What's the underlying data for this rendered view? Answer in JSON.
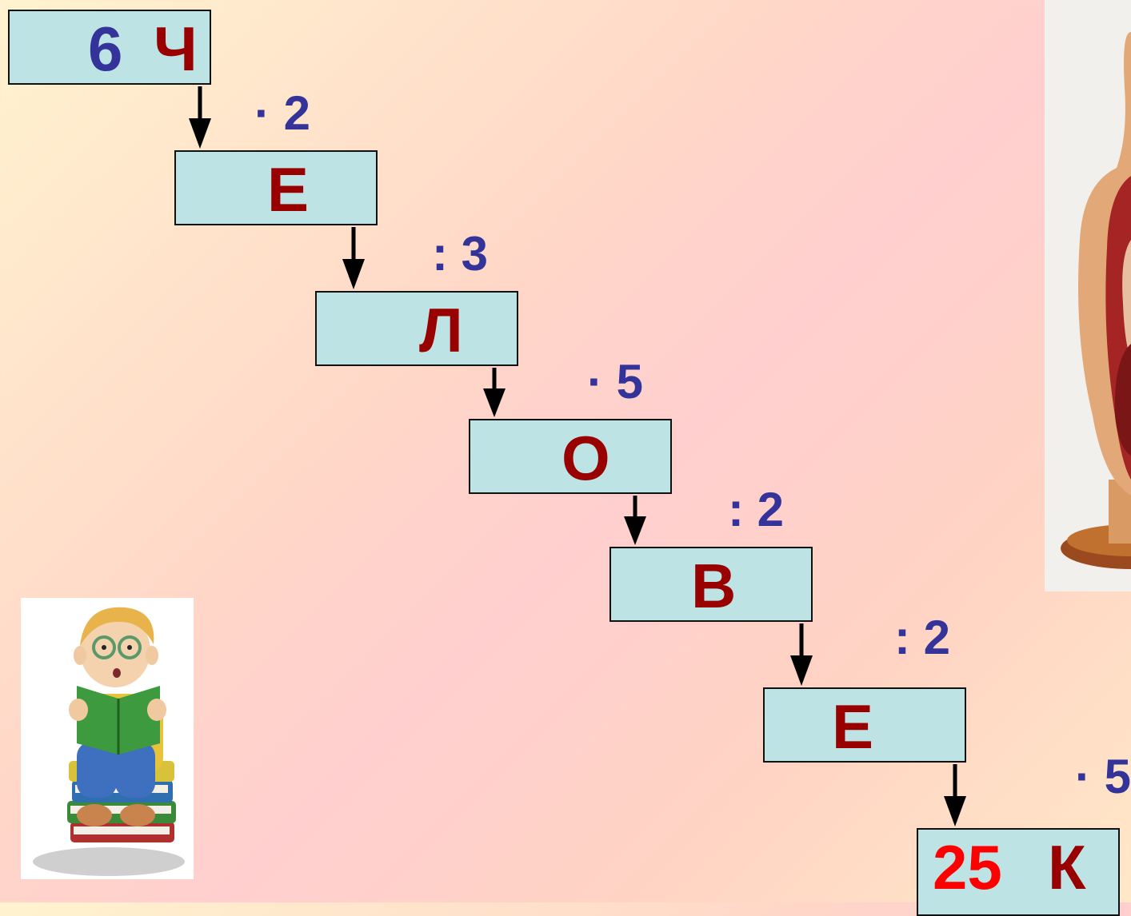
{
  "chain": {
    "start": {
      "number": "6",
      "letter": "Ч"
    },
    "steps": [
      {
        "op": "· 2",
        "letter": "Е"
      },
      {
        "op": ": 3",
        "letter": "Л"
      },
      {
        "op": "· 5",
        "letter": "О"
      },
      {
        "op": ": 2",
        "letter": "В"
      },
      {
        "op": ": 2",
        "letter": "Е"
      },
      {
        "op": "· 5",
        "letter": "К",
        "number": "25"
      }
    ]
  },
  "colors": {
    "box_fill": "#bde3e5",
    "letter": "#990000",
    "start_number": "#333399",
    "final_number": "#ff0000",
    "operation": "#333399"
  },
  "images": {
    "left": "reading-boy-cartoon",
    "right": "anatomy-torso-model"
  }
}
